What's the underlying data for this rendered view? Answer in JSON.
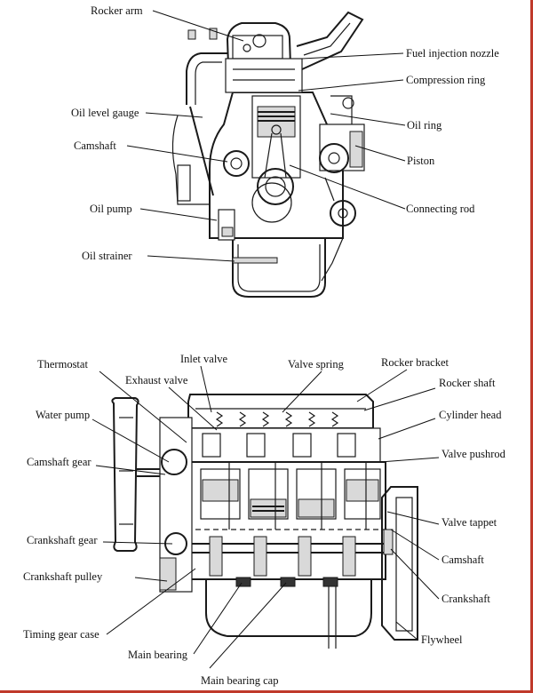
{
  "top_view": {
    "labels": {
      "rocker_arm": "Rocker arm",
      "fuel_injection_nozzle": "Fuel injection nozzle",
      "compression_ring": "Compression ring",
      "oil_level_gauge": "Oil level gauge",
      "oil_ring": "Oil ring",
      "camshaft": "Camshaft",
      "piston": "Piston",
      "oil_pump": "Oil pump",
      "connecting_rod": "Connecting rod",
      "oil_strainer": "Oil strainer"
    }
  },
  "side_view": {
    "labels": {
      "thermostat": "Thermostat",
      "inlet_valve": "Inlet valve",
      "valve_spring": "Valve spring",
      "rocker_bracket": "Rocker bracket",
      "exhaust_valve": "Exhaust valve",
      "rocker_shaft": "Rocker shaft",
      "water_pump": "Water pump",
      "cylinder_head": "Cylinder head",
      "camshaft_gear": "Camshaft gear",
      "valve_pushrod": "Valve pushrod",
      "valve_tappet": "Valve tappet",
      "crankshaft_gear": "Crankshaft gear",
      "camshaft": "Camshaft",
      "crankshaft_pulley": "Crankshaft pulley",
      "crankshaft": "Crankshaft",
      "timing_gear_case": "Timing gear case",
      "flywheel": "Flywheel",
      "main_bearing": "Main bearing",
      "main_bearing_cap": "Main bearing cap"
    }
  }
}
